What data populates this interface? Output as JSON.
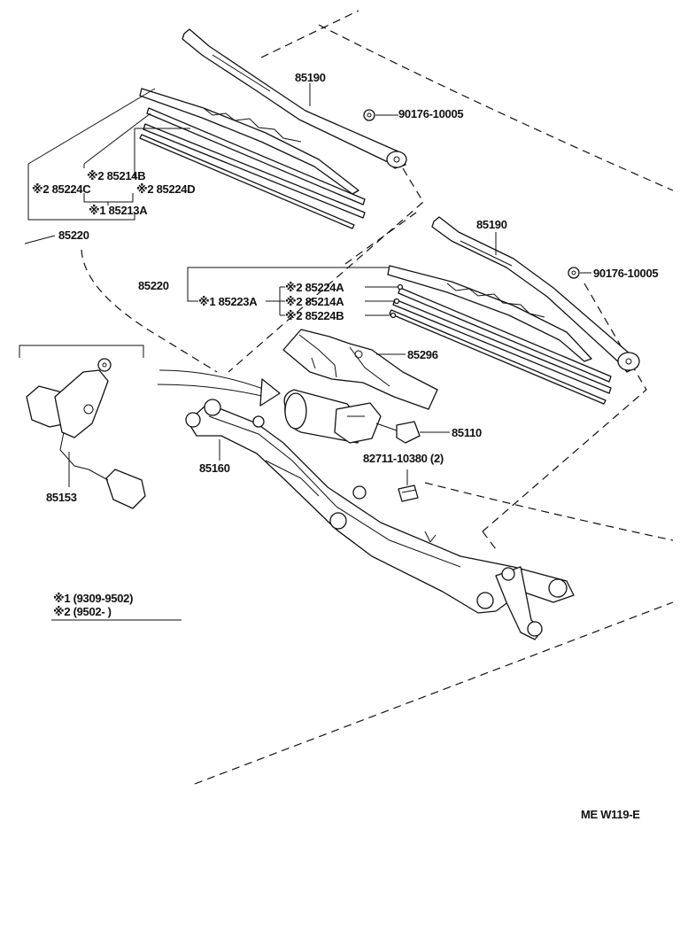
{
  "labels": {
    "arm_left": "85190",
    "nut_left": "90176-10005",
    "refill_left_top": "※2  85214B",
    "refill_left_c": "※2  85224C",
    "refill_left_d": "※2  85224D",
    "blade_left_sub": "※1 85213A",
    "blade_left": "85220",
    "arm_right": "85190",
    "nut_right": "90176-10005",
    "blade_right": "85220",
    "blade_right_sub": "※1 85223A",
    "refill_right_a1": "※2  85224A",
    "refill_right_a2": "※2  85214A",
    "refill_right_b": "※2  85224B",
    "cover": "85296",
    "motor": "85110",
    "grommet": "82711-10380 (2)",
    "link": "85160",
    "sensor": "85153"
  },
  "legend": {
    "note1": "※1  (9309-9502)",
    "note2": "※2  (9502-        )"
  },
  "footer": {
    "code": "ME  W119-E"
  }
}
